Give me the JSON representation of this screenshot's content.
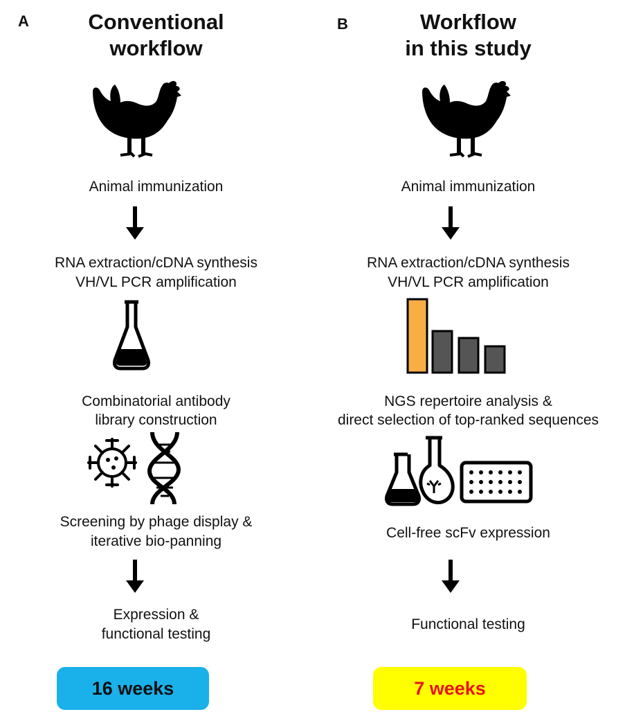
{
  "panel_a": {
    "letter": "A",
    "title_line1": "Conventional",
    "title_line2": "workflow",
    "steps": [
      "Animal immunization",
      "RNA extraction/cDNA synthesis",
      "VH/VL PCR amplification",
      "Combinatorial antibody",
      "library construction",
      "Screening by phage display &",
      "iterative bio-panning",
      "Expression &",
      "functional testing"
    ],
    "duration": "16 weeks",
    "duration_bg": "#1ab0ea",
    "duration_color": "#111111"
  },
  "panel_b": {
    "letter": "B",
    "title_line1": "Workflow",
    "title_line2": "in this study",
    "steps": [
      "Animal immunization",
      "RNA extraction/cDNA synthesis",
      "VH/VL PCR amplification",
      "NGS repertoire analysis &",
      "direct selection of top-ranked sequences",
      "Cell-free scFv expression",
      "Functional testing"
    ],
    "duration": "7 weeks",
    "duration_bg": "#ffff00",
    "duration_color": "#e8141c"
  },
  "icons": {
    "chicken": "chicken-icon",
    "flask": "flask-icon",
    "virus": "phage-icon",
    "dna": "dna-icon",
    "bar_chart": "bar-chart-icon",
    "lab_glassware": "lab-glassware-icon",
    "plate": "well-plate-icon",
    "arrow": "arrow-down-icon"
  },
  "colors": {
    "bar_highlight": "#f7ae45",
    "bar_default": "#555555"
  }
}
